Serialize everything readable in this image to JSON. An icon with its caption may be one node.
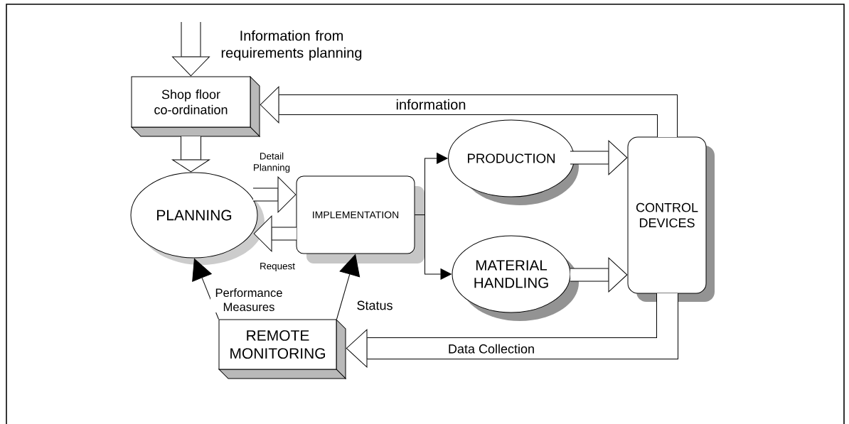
{
  "diagram": {
    "nodes": [
      {
        "text": [
          "Shop floor co-ordination"
        ]
      },
      {
        "text": [
          "PLANNING"
        ]
      },
      {
        "text": [
          "IMPLEMENTATION"
        ]
      },
      {
        "text": [
          "PRODUCTION"
        ]
      },
      {
        "text": [
          "MATERIAL HANDLING"
        ]
      },
      {
        "text": [
          "CONTROL DEVICES"
        ]
      },
      {
        "text": [
          "REMOTE MONITORING"
        ]
      }
    ],
    "edges": [
      {
        "from": null,
        "to": 0,
        "arrow": "to",
        "label": "Information from requirements planning"
      },
      {
        "from": 0,
        "to": 1,
        "arrow": "to"
      },
      {
        "from": 1,
        "to": 2,
        "arrow": "to",
        "label": "Detail Planning"
      },
      {
        "from": 2,
        "to": 1,
        "arrow": "to",
        "label": "Request"
      },
      {
        "from": 2,
        "to": 3,
        "arrow": "to"
      },
      {
        "from": 2,
        "to": 4,
        "arrow": "to"
      },
      {
        "from": 3,
        "to": 5,
        "arrow": "to"
      },
      {
        "from": 4,
        "to": 5,
        "arrow": "to"
      },
      {
        "from": 5,
        "to": 0,
        "arrow": "to",
        "label": "information"
      },
      {
        "from": 5,
        "to": 6,
        "arrow": "to",
        "label": "Data Collection"
      },
      {
        "from": 6,
        "to": 1,
        "arrow": "to",
        "label": "Performance Measures"
      },
      {
        "from": 6,
        "to": 2,
        "arrow": "to",
        "label": "Status"
      }
    ]
  }
}
